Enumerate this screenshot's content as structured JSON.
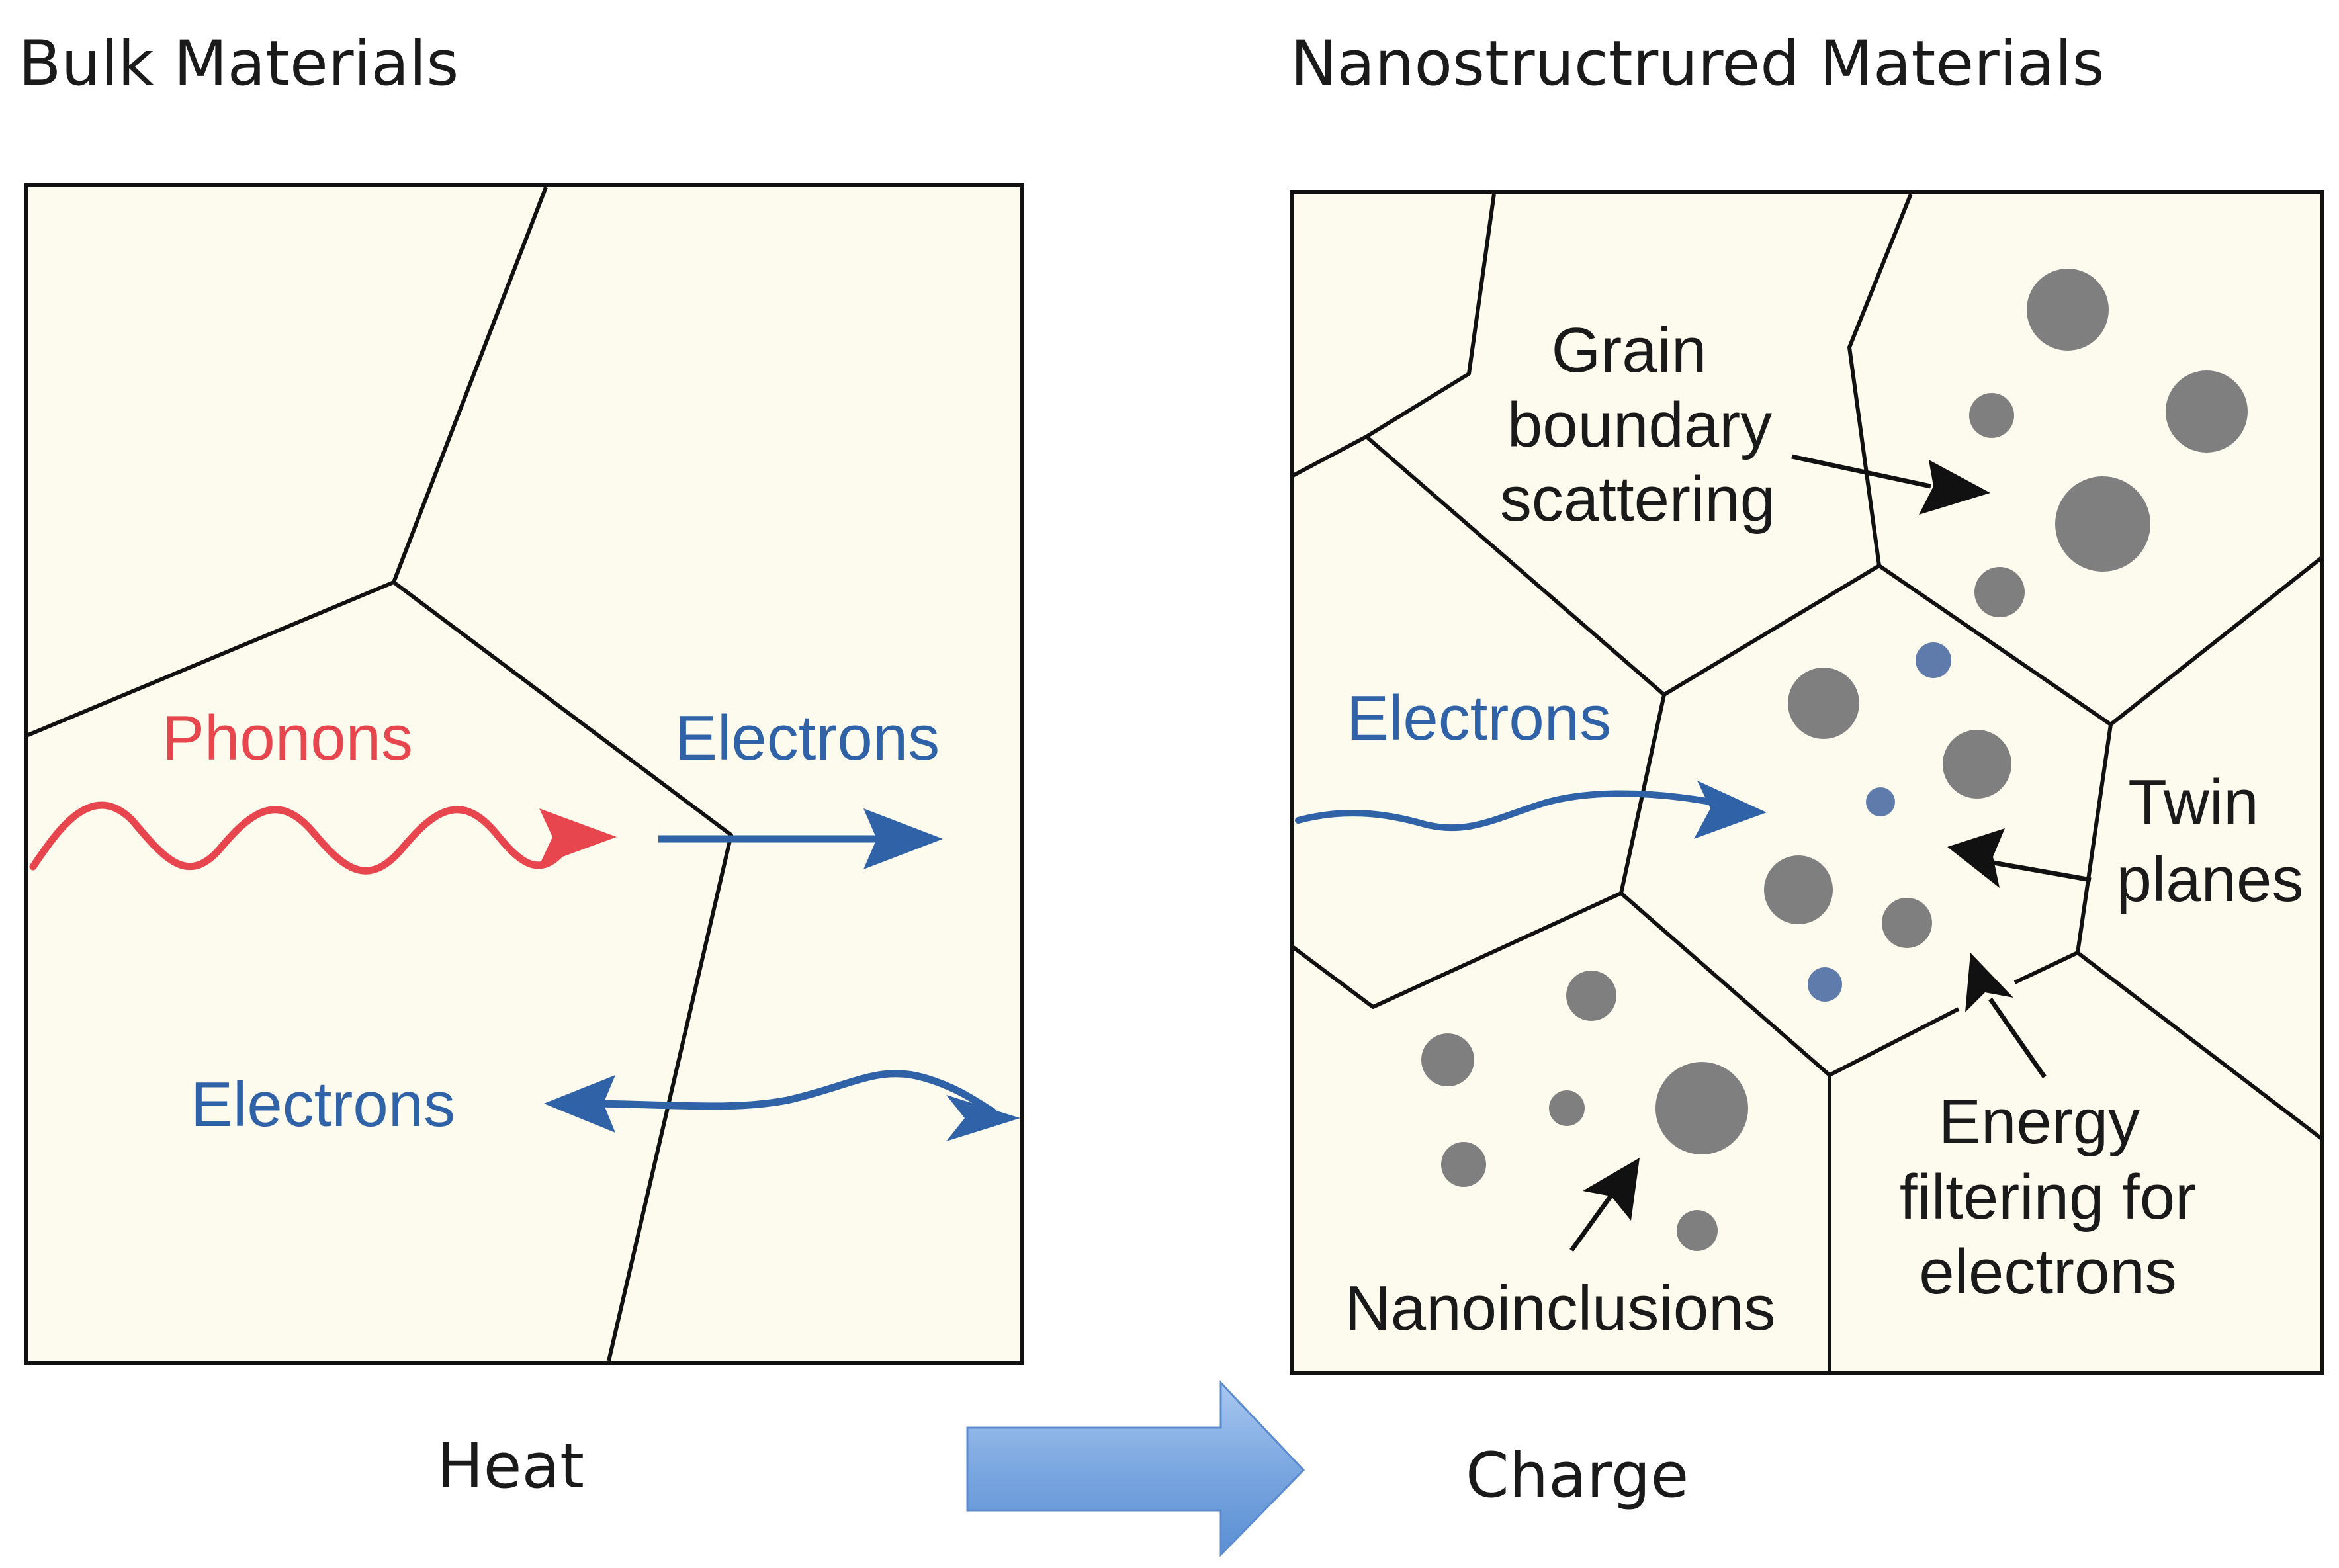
{
  "left_panel": {
    "title": "Bulk Materials",
    "labels": {
      "phonons": "Phonons",
      "electrons_top": "Electrons",
      "electrons_bottom": "Electrons"
    },
    "caption": "Heat"
  },
  "right_panel": {
    "title": "Nanostructrured Materials",
    "labels": {
      "grain_line1": "Grain",
      "grain_line2": "boundary",
      "grain_line3": "scattering",
      "electrons": "Electrons",
      "twin_line1": "Twin",
      "twin_line2": "planes",
      "energy_line1": "Energy",
      "energy_line2": "filtering for",
      "energy_line3": "electrons",
      "nanoinclusions": "Nanoinclusions"
    },
    "caption": "Charge"
  },
  "colors": {
    "panel_fill": "#fdfbee",
    "phonon_red": "#e8464f",
    "electron_blue": "#2f62a6",
    "particle_gray": "#7f7f7f",
    "transition_arrow_blue": "#7ba7e0"
  },
  "icons": {
    "transition_arrow": "right-arrow-icon"
  }
}
